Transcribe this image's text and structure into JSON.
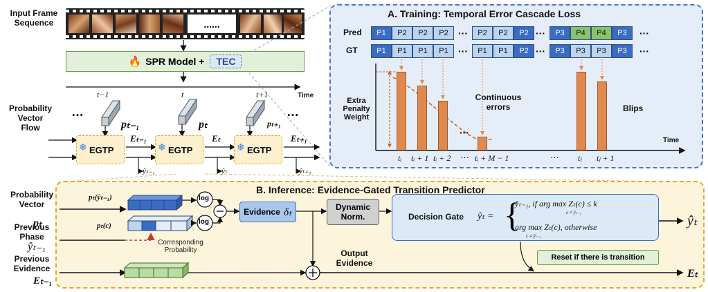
{
  "top": {
    "input_label": "Input Frame\nSequence",
    "dots": "......",
    "model_label": "SPR Model +",
    "tec_label": "TEC",
    "time_label": "Time",
    "t_minus": "t−1",
    "t": "t",
    "t_plus": "t+1",
    "prob_flow_label": "Probability\nVector\nFlow",
    "egtp": "EGTP",
    "p_prev": "pₜ₋₁",
    "p_t": "pₜ",
    "p_next": "pₜ₊₁",
    "E_prev": "Eₜ₋₁",
    "E_t": "Eₜ",
    "E_next": "Eₜ₊₁",
    "y_prev": "ŷₜ₋₁",
    "y_t": "ŷₜ",
    "y_next": "ŷₜ₊₁",
    "ellipsis": "…"
  },
  "panel_a": {
    "title": "A. Training: Temporal Error Cascade Loss",
    "pred_label": "Pred",
    "gt_label": "GT",
    "pred_row": [
      "P1",
      "P2",
      "P2",
      "P2",
      "P2",
      "P2",
      "P2",
      "P3",
      "P4",
      "P4",
      "P3"
    ],
    "gt_row": [
      "P1",
      "P1",
      "P1",
      "P1",
      "P1",
      "P1",
      "P2",
      "P3",
      "P3",
      "P3",
      "P3"
    ],
    "extra_penalty": "Extra\nPenalty\nWeight",
    "continuous_errors": "Continuous\nerrors",
    "blips": "Blips",
    "time_label": "Time",
    "tick_ti": "tᵢ",
    "tick_ti1": "tᵢ + 1",
    "tick_ti2": "tᵢ + 2",
    "tick_tiM": "tᵢ + M − 1",
    "tick_tj": "tⱼ",
    "tick_tj1": "tⱼ + 1",
    "dots": "···"
  },
  "panel_b": {
    "title": "B. Inference: Evidence-Gated Transition Predictor",
    "prob_vector": "Probability\nVector",
    "p_t": "pₜ",
    "prev_phase": "Previous\nPhase",
    "y_prev": "ŷₜ₋₁",
    "prev_evidence": "Previous\nEvidence",
    "E_prev": "Eₜ₋₁",
    "p_of_y": "pₜ(ŷₜ₋₁)",
    "p_of_c": "pₜ(c)",
    "log": "log",
    "corresponding": "Corresponding\nProbability",
    "evidence": "Evidence",
    "delta": "δₜ",
    "dynamic_norm": "Dynamic\nNorm.",
    "decision_gate": "Decision Gate",
    "gate_y": "ŷₜ =",
    "case1": "ŷₜ₋₁,  if arg max Zₜ(c) ≤ k",
    "case1_sub": "c ≠ ŷₜ₋₁",
    "case2": "arg max Zₜ(c),  otherwise",
    "case2_sub": "c ≠ ŷₜ₋₁",
    "output_evidence": "Output\nEvidence",
    "reset": "Reset if there is transition",
    "y_out": "ŷₜ",
    "E_out": "Eₜ"
  },
  "colors": {
    "panel_a_border": "#4a74c4",
    "panel_b_border": "#e3a92a",
    "pred_dark": "#3a6cc4",
    "pred_light": "#bcd4f0",
    "pred_green": "#8bc36a",
    "bar": "#e0894e"
  }
}
